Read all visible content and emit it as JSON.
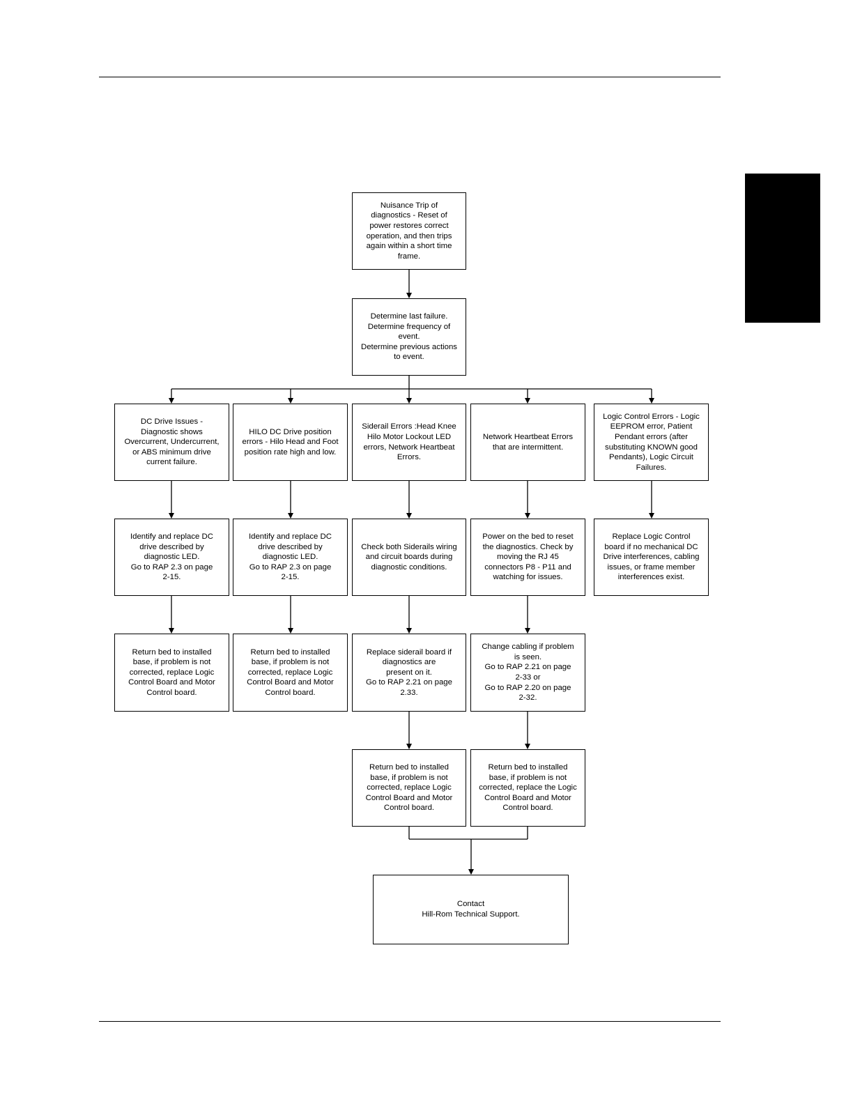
{
  "flowchart": {
    "start": "Nuisance Trip of\ndiagnostics - Reset of\npower restores correct\noperation, and then trips\nagain within a short time\nframe.",
    "determine": "Determine last failure.\nDetermine frequency of\nevent.\nDetermine previous actions\nto event.",
    "cat_dc_drive": "DC Drive Issues -\nDiagnostic shows\nOvercurrent, Undercurrent,\nor ABS minimum drive\ncurrent failure.",
    "cat_hilo": "HILO DC Drive position\nerrors - Hilo Head and Foot\nposition rate high and low.",
    "cat_siderail": "Siderail Errors :Head Knee\nHilo Motor Lockout LED\nerrors, Network Heartbeat\nErrors.",
    "cat_network": "Network Heartbeat Errors\nthat are intermittent.",
    "cat_logic": "Logic Control Errors - Logic\nEEPROM error, Patient\nPendant errors (after\nsubstituting KNOWN good\nPendants), Logic Circuit\nFailures.",
    "act_dc_drive": "Identify and replace DC\ndrive described by\ndiagnostic LED.\nGo to RAP 2.3 on page\n2-15.",
    "act_hilo": "Identify and replace DC\ndrive described by\ndiagnostic LED.\nGo to RAP 2.3 on page\n2-15.",
    "act_siderail": "Check both Siderails wiring\nand circuit boards during\ndiagnostic conditions.",
    "act_network": "Power on the bed to reset\nthe diagnostics. Check by\nmoving the RJ 45\nconnectors P8 - P11 and\nwatching for issues.",
    "act_logic": "Replace Logic Control\nboard if no mechanical DC\nDrive interferences, cabling\nissues, or frame member\ninterferences exist.",
    "ret_dc_drive": "Return bed to installed\nbase, if problem is not\ncorrected, replace Logic\nControl Board and Motor\nControl board.",
    "ret_hilo": "Return bed to installed\nbase, if problem is not\ncorrected, replace Logic\nControl Board and Motor\nControl board.",
    "step3_siderail": "Replace siderail board if\ndiagnostics are\npresent on it.\nGo to RAP 2.21 on page\n2.33.",
    "step3_network": "Change cabling if problem\nis seen.\nGo to RAP 2.21 on page\n2-33 or\nGo to RAP 2.20 on page\n2-32.",
    "ret_siderail": "Return bed to installed\nbase, if problem is not\ncorrected, replace Logic\nControl Board and Motor\nControl board.",
    "ret_network": "Return bed to installed\nbase, if problem is not\ncorrected, replace the Logic\nControl Board and Motor\nControl board.",
    "contact": "Contact\nHill-Rom Technical Support."
  }
}
